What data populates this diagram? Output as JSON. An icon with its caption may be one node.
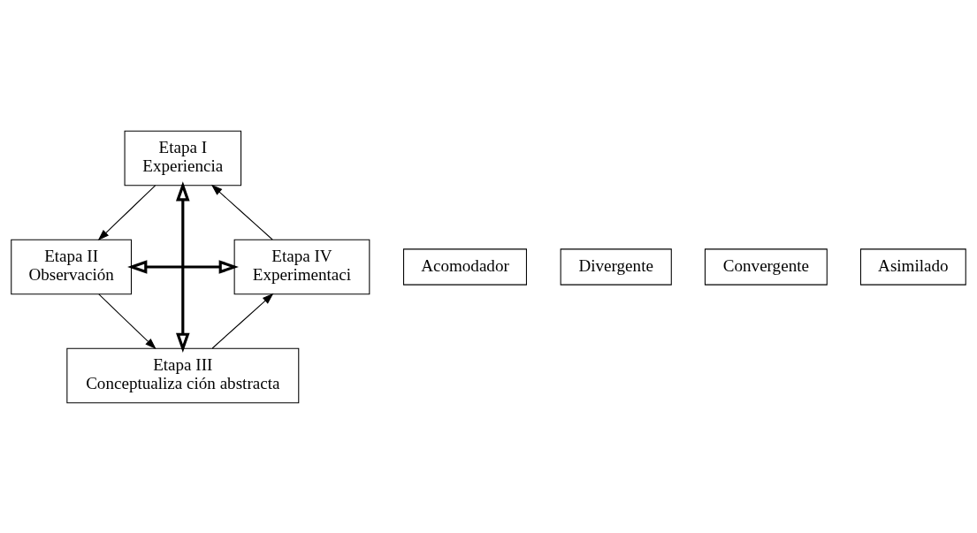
{
  "diagram": {
    "nodes": [
      {
        "text": [
          "Etapa I",
          "Experiencia"
        ]
      },
      {
        "text": [
          "Etapa II",
          "Observación"
        ]
      },
      {
        "text": [
          "Etapa III",
          "Conceptualiza ción abstracta"
        ]
      },
      {
        "text": [
          "Etapa IV",
          "Experimentaci"
        ]
      },
      {
        "text": [
          "Acomodador"
        ]
      },
      {
        "text": [
          "Divergente"
        ]
      },
      {
        "text": [
          "Convergente"
        ]
      },
      {
        "text": [
          "Asimilado"
        ]
      }
    ],
    "edges": [
      {
        "from": 3,
        "to": 0,
        "arrow": "to"
      },
      {
        "from": 0,
        "to": 1,
        "arrow": "to"
      },
      {
        "from": 1,
        "to": 2,
        "arrow": "to"
      },
      {
        "from": 2,
        "to": 3,
        "arrow": "to"
      },
      {
        "from": 0,
        "to": 2,
        "arrow": "both",
        "style": "thick"
      },
      {
        "from": 3,
        "to": 1,
        "arrow": "both",
        "style": "thick"
      }
    ]
  }
}
